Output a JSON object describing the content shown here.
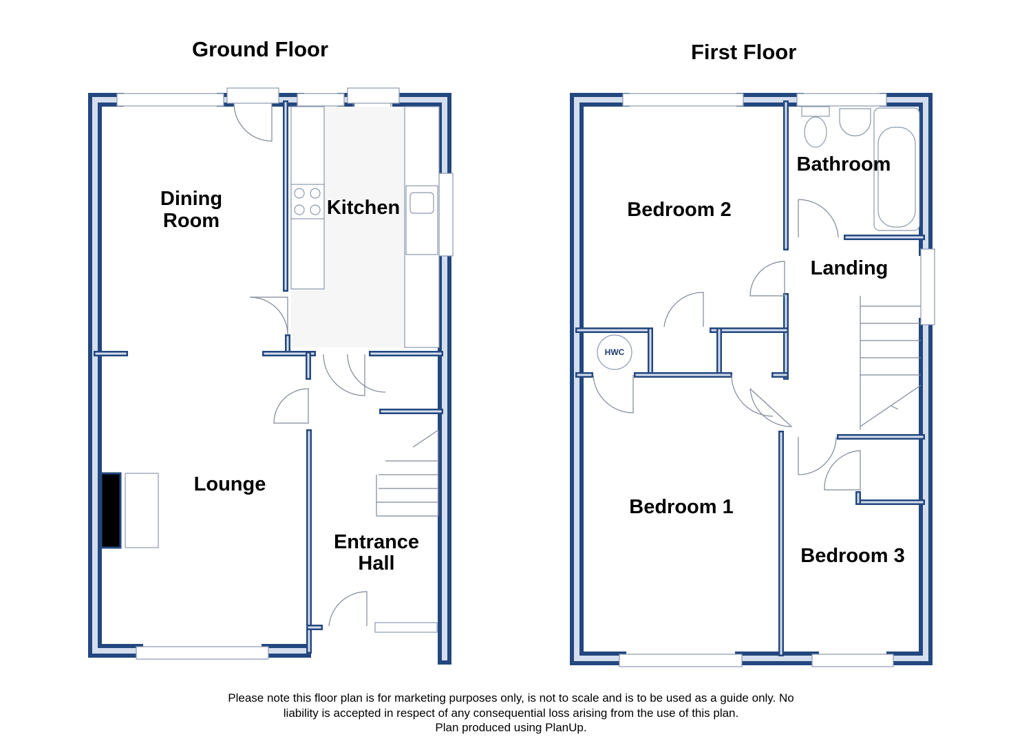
{
  "ground_floor": {
    "title": "Ground Floor",
    "rooms": {
      "dining_room": [
        "Dining",
        "Room"
      ],
      "kitchen": "Kitchen",
      "lounge": "Lounge",
      "entrance_hall": [
        "Entrance",
        "Hall"
      ]
    }
  },
  "first_floor": {
    "title": "First Floor",
    "rooms": {
      "bedroom_2": "Bedroom 2",
      "bathroom": "Bathroom",
      "landing": "Landing",
      "bedroom_1": "Bedroom 1",
      "bedroom_3": "Bedroom 3",
      "hwc": "HWC"
    }
  },
  "disclaimer": [
    "Please note this floor plan is for marketing purposes only, is not to scale and is to be used as a guide only.  No",
    "liability is accepted in respect of any consequential loss arising from the use of this plan.",
    "Plan produced using PlanUp."
  ],
  "colors": {
    "wall_dark": "#23477f",
    "wall_light": "#d5deec"
  }
}
